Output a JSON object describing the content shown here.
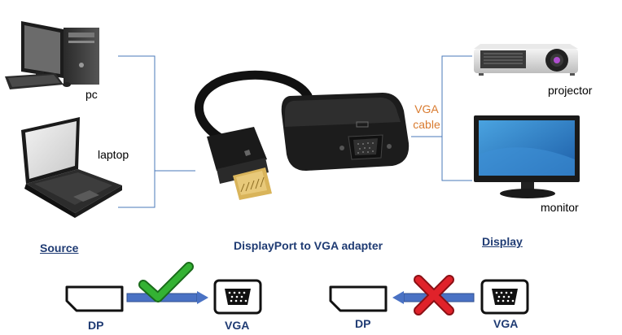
{
  "devices": {
    "pc": "pc",
    "laptop": "laptop",
    "projector": "projector",
    "monitor": "monitor"
  },
  "cable_label": [
    "VGA",
    "cable"
  ],
  "headings": {
    "source": "Source",
    "adapter": "DisplayPort to VGA adapter",
    "display": "Display"
  },
  "directions": {
    "works": {
      "from": "DP",
      "to": "VGA"
    },
    "fails": {
      "from": "DP",
      "to": "VGA"
    }
  },
  "colors": {
    "line": "#4a78b8",
    "arrow": "#4a72c4",
    "check": "#34b233",
    "cross": "#e0222a",
    "heading": "#1f3b73",
    "cable_text": "#d97b2f"
  }
}
